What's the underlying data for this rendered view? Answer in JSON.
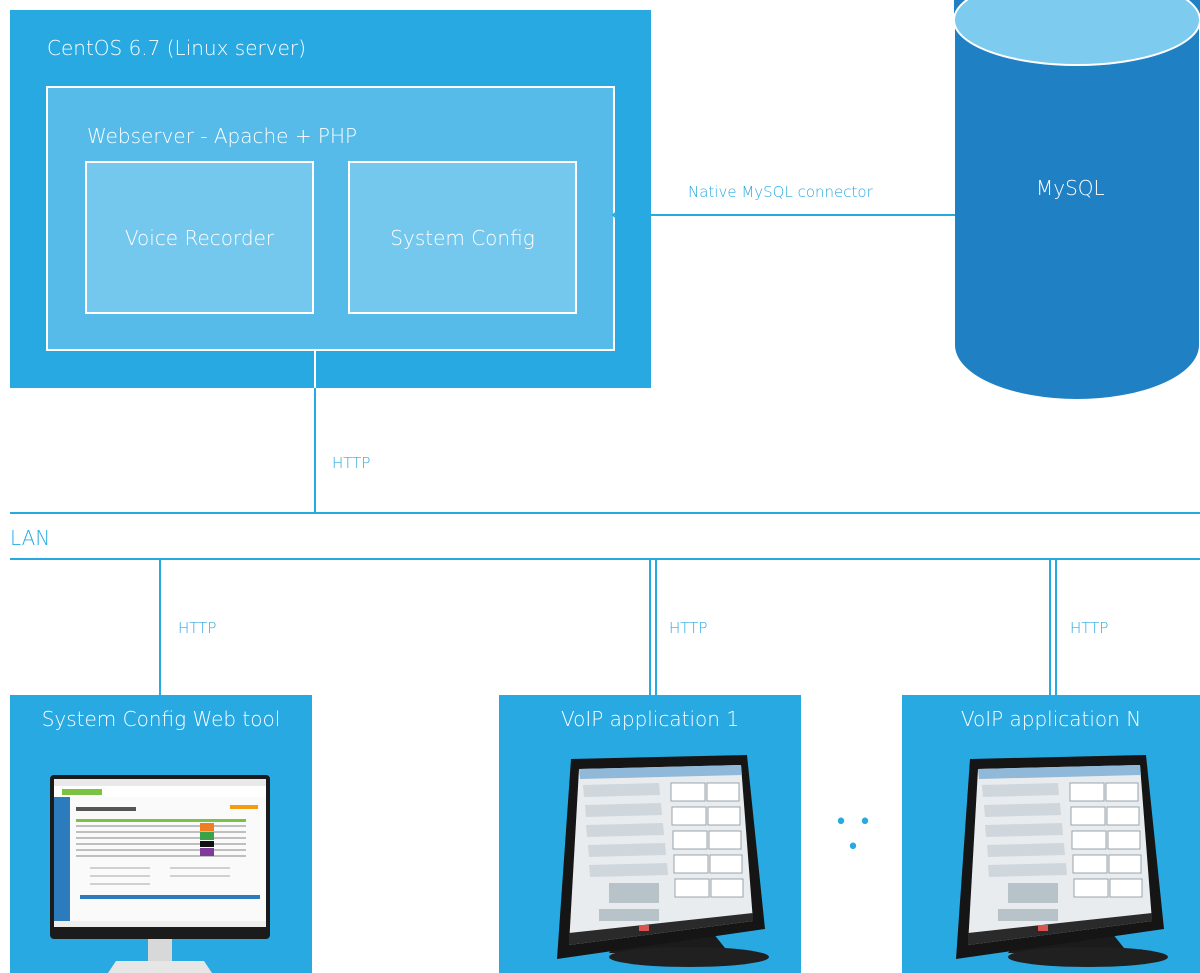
{
  "server": {
    "title": "CentOS 6.7 (Linux server)",
    "webserver_title": "Webserver - Apache + PHP",
    "module_left": "Voice Recorder",
    "module_right": "System Config"
  },
  "database": {
    "label": "MySQL"
  },
  "connector_label": "Native MySQL connector",
  "server_link_label": "HTTP",
  "lan_label": "LAN",
  "clients": [
    {
      "title": "System Config Web tool",
      "link_label": "HTTP",
      "device": "monitor-icon"
    },
    {
      "title": "VoIP application 1",
      "link_label": "HTTP",
      "device": "touchscreen-terminal-icon"
    },
    {
      "title": "VoIP application N",
      "link_label": "HTTP",
      "device": "touchscreen-terminal-icon"
    }
  ],
  "ellipsis": "• • •",
  "colors": {
    "primary_blue": "#29a9e1",
    "inner_box": "#56bbe8",
    "module_box": "#74c8ee",
    "cylinder_side": "#1f80c4",
    "cylinder_top": "#7ecbf0"
  }
}
